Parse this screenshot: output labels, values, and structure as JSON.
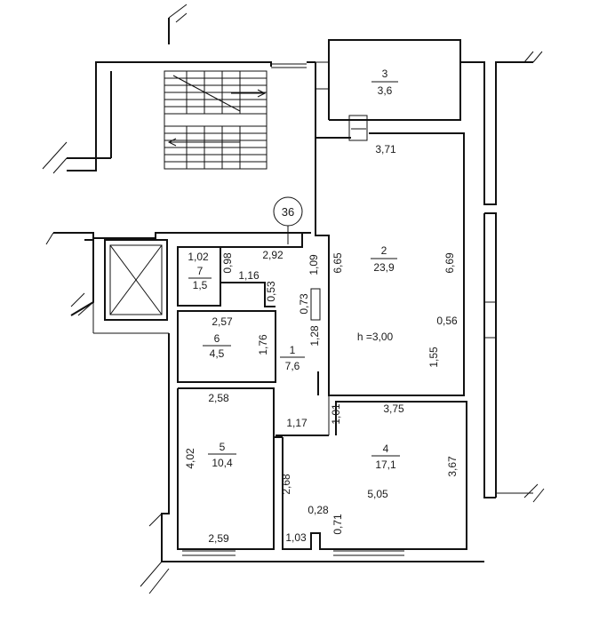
{
  "apartment_number": "36",
  "ceiling_height": "h =3,00",
  "rooms": [
    {
      "number": "1",
      "area": "7,6"
    },
    {
      "number": "2",
      "area": "23,9"
    },
    {
      "number": "3",
      "area": "3,6"
    },
    {
      "number": "4",
      "area": "17,1"
    },
    {
      "number": "5",
      "area": "10,4"
    },
    {
      "number": "6",
      "area": "4,5"
    },
    {
      "number": "7",
      "area": "1,5"
    }
  ],
  "dimensions": {
    "r3_bottom": "3,71",
    "r2_left": "6,65",
    "r2_right": "6,69",
    "r2_step": "0,56",
    "r2_low": "1,55",
    "r2_door_a": "0,73",
    "r2_door_b": "1,09",
    "hall_top": "2,92",
    "hall_mid": "1,28",
    "r7_width": "1,02",
    "r7_height": "0,98",
    "r7_side": "1,16",
    "r7_side_h": "0,53",
    "r6_width": "2,57",
    "r6_height": "1,76",
    "r5_top": "2,58",
    "r5_height": "4,02",
    "r5_bottom": "2,59",
    "hall_bottom": "1,17",
    "r4_top": "3,75",
    "r4_left_top": "1,01",
    "r4_right": "3,67",
    "r4_left": "2,68",
    "r4_inner": "5,05",
    "r4_niche_w": "0,28",
    "r4_niche_h": "0,71",
    "r4_bottom_left": "1,03"
  }
}
